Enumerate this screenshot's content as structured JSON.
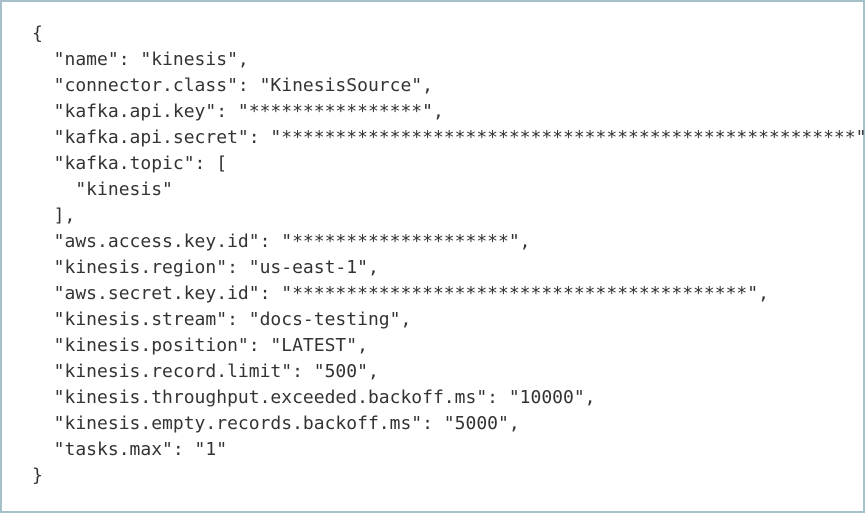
{
  "code_block": {
    "content_type": "json-config",
    "lines": [
      "{",
      "  \"name\": \"kinesis\",",
      "  \"connector.class\": \"KinesisSource\",",
      "  \"kafka.api.key\": \"****************\",",
      "  \"kafka.api.secret\": \"*****************************************************\",",
      "  \"kafka.topic\": [",
      "    \"kinesis\"",
      "  ],",
      "  \"aws.access.key.id\": \"********************\",",
      "  \"kinesis.region\": \"us-east-1\",",
      "  \"aws.secret.key.id\": \"******************************************\",",
      "  \"kinesis.stream\": \"docs-testing\",",
      "  \"kinesis.position\": \"LATEST\",",
      "  \"kinesis.record.limit\": \"500\",",
      "  \"kinesis.throughput.exceeded.backoff.ms\": \"10000\",",
      "  \"kinesis.empty.records.backoff.ms\": \"5000\",",
      "  \"tasks.max\": \"1\"",
      "}"
    ]
  },
  "colors": {
    "border": "#a6c0c9",
    "background": "#ffffff",
    "text": "#333333"
  }
}
